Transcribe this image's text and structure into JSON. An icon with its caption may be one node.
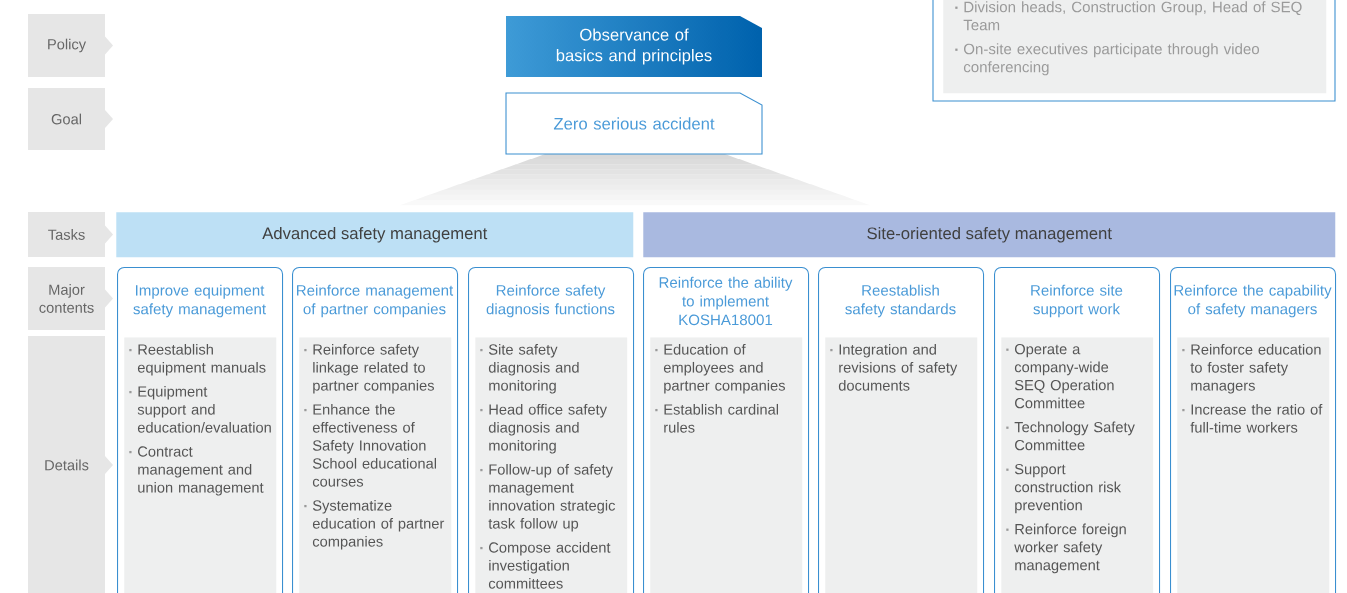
{
  "diagram": {
    "nodes": [
      {
        "text": [
          "Policy"
        ]
      },
      {
        "text": [
          "Goal"
        ]
      },
      {
        "text": [
          "Tasks"
        ]
      },
      {
        "text": [
          "Major contents"
        ]
      },
      {
        "text": [
          "Details"
        ]
      },
      {
        "text": [
          "Observance of basics and principles"
        ]
      },
      {
        "text": [
          "Zero serious accident"
        ]
      },
      {
        "text": [
          "Advanced safety management"
        ]
      },
      {
        "text": [
          "Site-oriented safety management"
        ]
      },
      {
        "text": [
          "Improve equipment safety management"
        ]
      },
      {
        "text": [
          "Reinforce management of partner companies"
        ]
      },
      {
        "text": [
          "Reinforce safety diagnosis functions"
        ]
      },
      {
        "text": [
          "Reinforce the ability to implement KOSHA18001"
        ]
      },
      {
        "text": [
          "Reestablish safety standards"
        ]
      },
      {
        "text": [
          "Reinforce site support work"
        ]
      },
      {
        "text": [
          "Reinforce the capability of safety managers"
        ]
      },
      {
        "text": [
          "Reestablish equipment manuals",
          "Equipment support and education/evaluation",
          "Contract management and union management"
        ],
        "in": 9
      },
      {
        "text": [
          "Reinforce safety linkage related to partner companies",
          "Enhance the effectiveness of Safety Innovation School educational courses",
          "Systematize education of partner companies"
        ],
        "in": 10
      },
      {
        "text": [
          "Site safety diagnosis and monitoring",
          "Head office safety diagnosis and monitoring",
          "Follow-up of safety management innovation strategic task follow up",
          "Compose accident investigation committees"
        ],
        "in": 11
      },
      {
        "text": [
          "Education of employees and partner companies",
          "Establish cardinal rules"
        ],
        "in": 12
      },
      {
        "text": [
          "Integration and revisions of safety documents"
        ],
        "in": 13
      },
      {
        "text": [
          "Operate a company-wide SEQ Operation Committee",
          "Technology Safety Committee",
          "Support construction risk prevention",
          "Reinforce foreign worker safety management"
        ],
        "in": 14
      },
      {
        "text": [
          "Reinforce education to foster safety managers",
          "Increase the ratio of full-time workers"
        ],
        "in": 15
      },
      {
        "text": [
          "Division heads, Construction Group, Head of SEQ Team",
          "On-site executives participate through video conferencing"
        ]
      }
    ]
  }
}
